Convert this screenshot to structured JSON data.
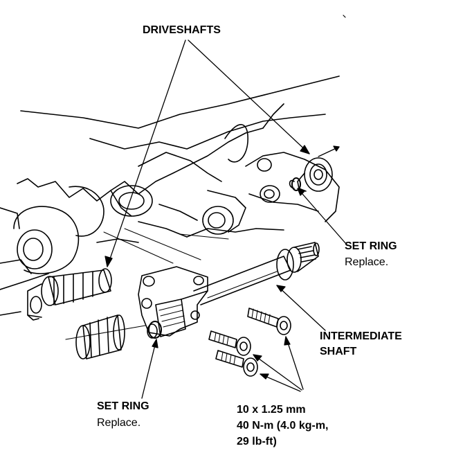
{
  "labels": {
    "driveshafts": "DRIVESHAFTS",
    "set_ring_right": "SET RING",
    "set_ring_right_note": "Replace.",
    "intermediate_line1": "INTERMEDIATE",
    "intermediate_line2": "SHAFT",
    "set_ring_left": "SET RING",
    "set_ring_left_note": "Replace.",
    "bolt_size": "10 x 1.25 mm",
    "torque_line1": "40 N-m (4.0 kg-m,",
    "torque_line2": "29 lb-ft)"
  },
  "colors": {
    "ink": "#000000",
    "paper": "#ffffff"
  }
}
